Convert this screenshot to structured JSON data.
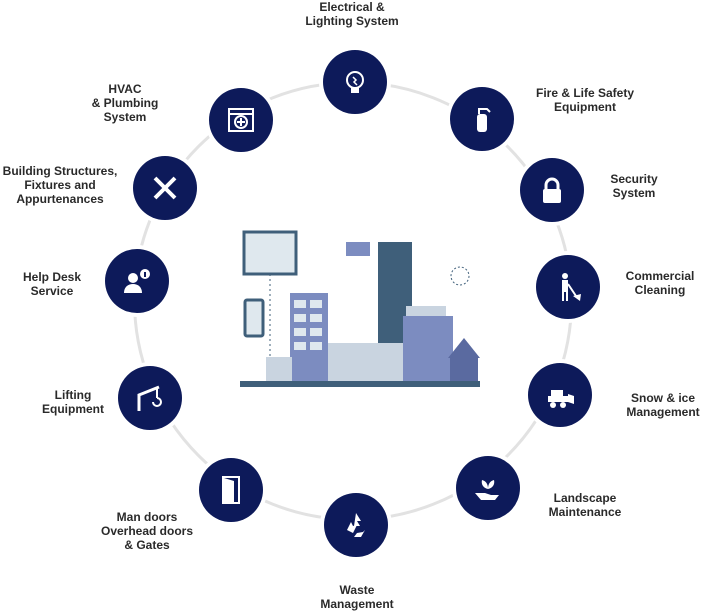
{
  "title": "Facility Services",
  "services": [
    {
      "label": "Electrical &\nLighting System",
      "icon": "lightbulb-icon"
    },
    {
      "label": "Fire & Life Safety\nEquipment",
      "icon": "fire-extinguisher-icon"
    },
    {
      "label": "Security\nSystem",
      "icon": "lock-icon"
    },
    {
      "label": "Commercial\nCleaning",
      "icon": "cleaning-person-icon"
    },
    {
      "label": "Snow & ice\nManagement",
      "icon": "snow-plow-icon"
    },
    {
      "label": "Landscape\nMaintenance",
      "icon": "plant-hand-icon"
    },
    {
      "label": "Waste\nManagement",
      "icon": "recycle-icon"
    },
    {
      "label": "Man doors\nOverhead doors\n& Gates",
      "icon": "door-icon"
    },
    {
      "label": "Lifting\nEquipment",
      "icon": "crane-hook-icon"
    },
    {
      "label": "Help Desk\nService",
      "icon": "help-desk-icon"
    },
    {
      "label": "Building Structures,\nFixtures and\nAppurtenances",
      "icon": "tools-icon"
    },
    {
      "label": "HVAC\n& Plumbing\nSystem",
      "icon": "hvac-unit-icon"
    }
  ],
  "colors": {
    "node": "#0d1a5a",
    "ring": "#e2e2e2",
    "city_dark": "#3f5f7a",
    "city_mid": "#7c8cc0"
  }
}
